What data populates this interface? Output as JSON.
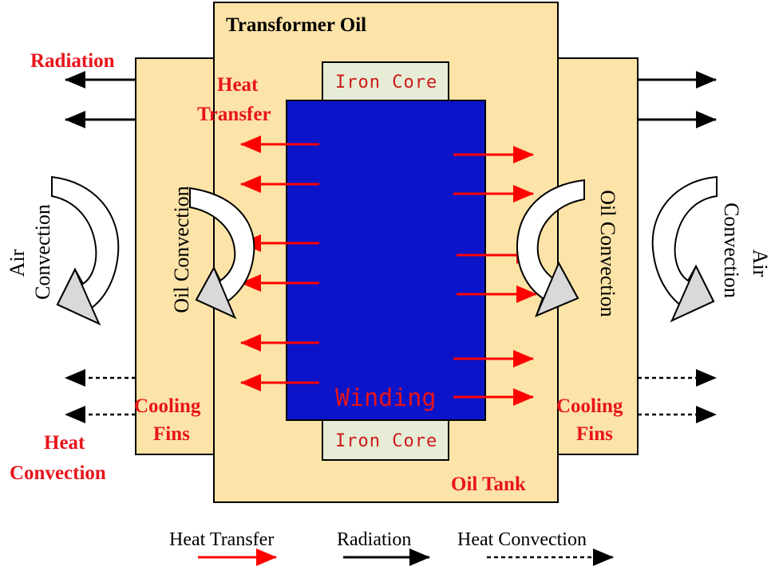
{
  "labels": {
    "transformer_oil": "Transformer Oil",
    "iron_core_top": "Iron Core",
    "iron_core_bottom": "Iron Core",
    "winding": "Winding",
    "oil_tank": "Oil Tank",
    "radiation": "Radiation",
    "heat_transfer_line1": "Heat",
    "heat_transfer_line2": "Transfer",
    "air_convection_left_line1": "Air",
    "air_convection_left_line2": "Convection",
    "air_convection_right_line1": "Air",
    "air_convection_right_line2": "Convection",
    "oil_convection_left": "Oil Convection",
    "oil_convection_right": "Oil Convection",
    "cooling_fins_left_line1": "Cooling",
    "cooling_fins_left_line2": "Fins",
    "cooling_fins_right_line1": "Cooling",
    "cooling_fins_right_line2": "Fins",
    "heat_convection_line1": "Heat",
    "heat_convection_line2": "Convection"
  },
  "legend": {
    "heat_transfer": "Heat Transfer",
    "radiation": "Radiation",
    "heat_convection": "Heat Convection"
  },
  "colors": {
    "tank_fill": "#fce3a7",
    "core_fill": "#e6ecd6",
    "winding_fill": "#0b14c8",
    "heat_transfer_arrow": "#ff0000",
    "text_red": "#e8141a"
  }
}
